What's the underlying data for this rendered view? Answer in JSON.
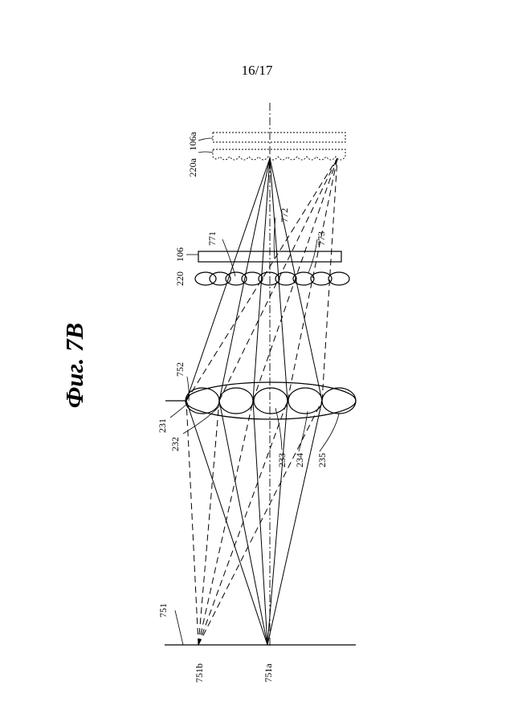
{
  "page": {
    "page_number": "16/17"
  },
  "figure": {
    "title": "Фиг. 7B"
  },
  "labels": {
    "l106a": "106a",
    "l220a": "220a",
    "l772": "772",
    "l771": "771",
    "l106": "106",
    "l773": "773",
    "l220": "220",
    "l752": "752",
    "l231": "231",
    "l232": "232",
    "l233": "233",
    "l234": "234",
    "l235": "235",
    "l751": "751",
    "l751b": "751b",
    "l751a": "751a"
  }
}
